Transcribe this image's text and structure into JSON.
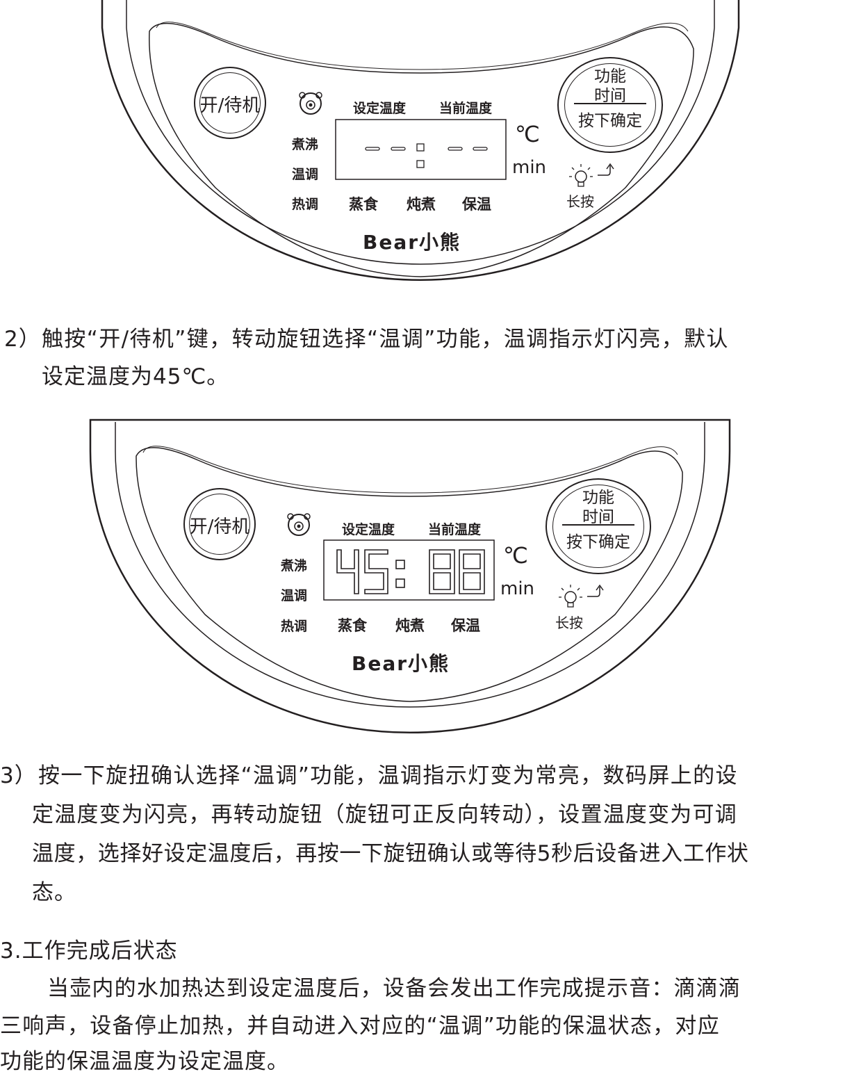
{
  "panel1": {
    "power_button_label": "开/待机",
    "set_temp_label": "设定温度",
    "current_temp_label": "当前温度",
    "display_value": "- - □ - -",
    "unit_celsius": "℃",
    "unit_min": "min",
    "mode_boil": "煮沸",
    "mode_temp_adjust": "温调",
    "mode_heat_adjust": "热调",
    "mode_steam": "蒸食",
    "mode_stew": "炖煮",
    "mode_keep_warm": "保温",
    "knob_line1": "功能",
    "knob_line2": "时间",
    "knob_line3": "按下确定",
    "long_press_label": "长按",
    "brand_logo": "Bear小熊"
  },
  "step2": {
    "number": "2）",
    "text_line1": "触按“开/待机”键，转动旋钮选择“温调”功能，温调指示灯闪亮，默认",
    "text_line2": "设定温度为45℃。"
  },
  "panel2": {
    "power_button_label": "开/待机",
    "set_temp_label": "设定温度",
    "current_temp_label": "当前温度",
    "display_left": "45",
    "display_right": "88",
    "unit_celsius": "℃",
    "unit_min": "min",
    "mode_boil": "煮沸",
    "mode_temp_adjust": "温调",
    "mode_heat_adjust": "热调",
    "mode_steam": "蒸食",
    "mode_stew": "炖煮",
    "mode_keep_warm": "保温",
    "knob_line1": "功能",
    "knob_line2": "时间",
    "knob_line3": "按下确定",
    "long_press_label": "长按",
    "brand_logo": "Bear小熊"
  },
  "step3": {
    "number": "3）",
    "text_line1": "按一下旋扭确认选择“温调”功能，温调指示灯变为常亮，数码屏上的设",
    "text_line2": "定温度变为闪亮，再转动旋钮（旋钮可正反向转动），设置温度变为可调",
    "text_line3": "温度，选择好设定温度后，再按一下旋钮确认或等待5秒后设备进入工作状",
    "text_line4": "态。"
  },
  "section3": {
    "heading": "3.工作完成后状态",
    "text_line1": "当壶内的水加热达到设定温度后，设备会发出工作完成提示音：滴滴滴",
    "text_line2": "三响声，设备停止加热，并自动进入对应的“温调”功能的保温状态，对应",
    "text_line3": "功能的保温温度为设定温度。"
  }
}
